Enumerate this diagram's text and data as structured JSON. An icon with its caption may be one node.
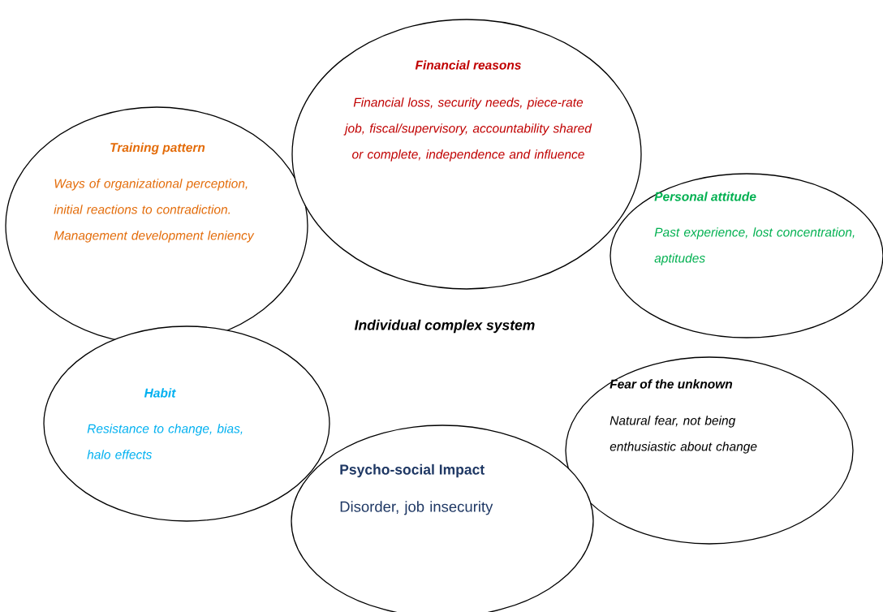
{
  "diagram": {
    "nodes": [
      {
        "text": [
          "Financial reasons",
          "Financial loss, security needs, piece-rate job, fiscal/supervisory, accountability shared or complete, independence and influence"
        ]
      },
      {
        "text": [
          "Training pattern",
          "Ways of organizational perception, initial reactions to contradiction. Management development leniency"
        ]
      },
      {
        "text": [
          "Personal attitude",
          "Past experience, lost concentration, aptitudes"
        ]
      },
      {
        "text": [
          "Habit",
          "Resistance to change, bias, halo effects"
        ]
      },
      {
        "text": [
          "Fear of the unknown",
          "Natural fear, not being enthusiastic about change"
        ]
      },
      {
        "text": [
          "Psycho-social Impact",
          "Disorder, job insecurity"
        ]
      }
    ],
    "labels": [
      "Individual complex system"
    ]
  }
}
